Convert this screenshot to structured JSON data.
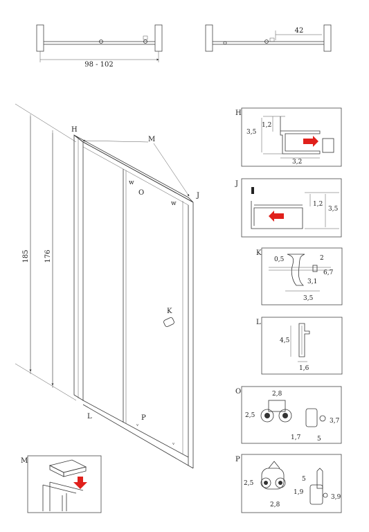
{
  "top_views": {
    "left_width": "98 - 102",
    "right_dim": "42"
  },
  "main": {
    "height_outer": "185",
    "height_inner": "176",
    "labels": {
      "H": "H",
      "M": "M",
      "J": "J",
      "O": "O",
      "K": "K",
      "L": "L",
      "P": "P"
    }
  },
  "details": {
    "H": {
      "label": "H",
      "dims": [
        "1,2",
        "3,5",
        "3,2"
      ]
    },
    "J": {
      "label": "J",
      "dims": [
        "1,2",
        "3,5"
      ]
    },
    "K": {
      "label": "K",
      "dims": [
        "0,5",
        "2",
        "6,7",
        "3,1",
        "3,5"
      ]
    },
    "L": {
      "label": "L",
      "dims": [
        "4,5",
        "1,6"
      ]
    },
    "O": {
      "label": "O",
      "dims": [
        "2,8",
        "2,5",
        "3,7",
        "1,7",
        "5"
      ]
    },
    "P": {
      "label": "P",
      "dims": [
        "2,5",
        "2,8",
        "5",
        "1,9",
        "3,9"
      ]
    },
    "M": {
      "label": "M"
    }
  },
  "colors": {
    "arrow": "#e0201b",
    "line": "#333333"
  }
}
